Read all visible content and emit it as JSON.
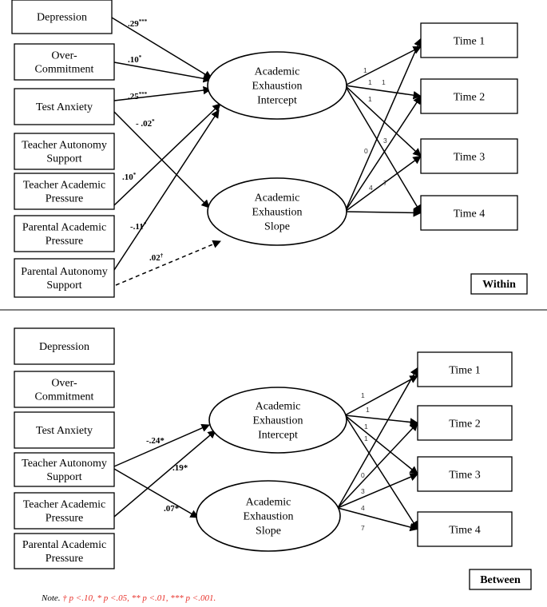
{
  "within": {
    "tag": "Within",
    "predictors": [
      {
        "id": "depression",
        "lines": [
          "Depression"
        ]
      },
      {
        "id": "over-commitment",
        "lines": [
          "Over-",
          "Commitment"
        ]
      },
      {
        "id": "test-anxiety",
        "lines": [
          "Test Anxiety"
        ]
      },
      {
        "id": "teacher-autonomy-support",
        "lines": [
          "Teacher Autonomy",
          "Support"
        ]
      },
      {
        "id": "teacher-academic-pressure",
        "lines": [
          "Teacher Academic",
          "Pressure"
        ]
      },
      {
        "id": "parental-academic-pressure",
        "lines": [
          "Parental Academic",
          "Pressure"
        ]
      },
      {
        "id": "parental-autonomy-support",
        "lines": [
          "Parental Autonomy",
          "Support"
        ]
      }
    ],
    "latents": [
      {
        "id": "intercept",
        "lines": [
          "Academic",
          "Exhaustion",
          "Intercept"
        ]
      },
      {
        "id": "slope",
        "lines": [
          "Academic",
          "Exhaustion",
          "Slope"
        ]
      }
    ],
    "outcomes": [
      "Time 1",
      "Time 2",
      "Time 3",
      "Time 4"
    ],
    "paths": [
      {
        "from": "depression",
        "to": "intercept",
        "coef": ".29",
        "sig": "***",
        "dashed": false
      },
      {
        "from": "over-commitment",
        "to": "intercept",
        "coef": ".10",
        "sig": "*",
        "dashed": false
      },
      {
        "from": "test-anxiety",
        "to": "intercept",
        "coef": ".25",
        "sig": "***",
        "dashed": false
      },
      {
        "from": "test-anxiety",
        "to": "slope",
        "coef": "- .02",
        "sig": "*",
        "dashed": false
      },
      {
        "from": "teacher-academic-pressure",
        "to": "intercept",
        "coef": ".10",
        "sig": "*",
        "dashed": false
      },
      {
        "from": "parental-autonomy-support",
        "to": "intercept",
        "coef": "-.11",
        "sig": "*",
        "dashed": false
      },
      {
        "from": "parental-autonomy-support",
        "to": "slope",
        "coef": ".02",
        "sig": "†",
        "dashed": true
      }
    ],
    "intercept_loadings": [
      "1",
      "1",
      "1",
      "1"
    ],
    "slope_loadings": [
      "0",
      "3",
      "4",
      "7"
    ]
  },
  "between": {
    "tag": "Between",
    "predictors": [
      {
        "id": "depression",
        "lines": [
          "Depression"
        ]
      },
      {
        "id": "over-commitment",
        "lines": [
          "Over-",
          "Commitment"
        ]
      },
      {
        "id": "test-anxiety",
        "lines": [
          "Test Anxiety"
        ]
      },
      {
        "id": "teacher-autonomy-support",
        "lines": [
          "Teacher Autonomy",
          "Support"
        ]
      },
      {
        "id": "teacher-academic-pressure",
        "lines": [
          "Teacher Academic",
          "Pressure"
        ]
      },
      {
        "id": "parental-academic-pressure",
        "lines": [
          "Parental Academic",
          "Pressure"
        ]
      }
    ],
    "latents": [
      {
        "id": "intercept",
        "lines": [
          "Academic",
          "Exhaustion",
          "Intercept"
        ]
      },
      {
        "id": "slope",
        "lines": [
          "Academic",
          "Exhaustion",
          "Slope"
        ]
      }
    ],
    "outcomes": [
      "Time 1",
      "Time 2",
      "Time 3",
      "Time 4"
    ],
    "paths": [
      {
        "from": "teacher-autonomy-support",
        "to": "intercept",
        "coef": "-.24*",
        "sig": "",
        "dashed": false
      },
      {
        "from": "teacher-academic-pressure",
        "to": "intercept",
        "coef": ".19*",
        "sig": "",
        "dashed": false
      },
      {
        "from": "teacher-autonomy-support",
        "to": "slope",
        "coef": ".07*",
        "sig": "",
        "dashed": false
      }
    ],
    "intercept_loadings": [
      "1",
      "1",
      "1",
      "1"
    ],
    "slope_loadings": [
      "0",
      "3",
      "4",
      "7"
    ]
  },
  "note": {
    "label": "Note.",
    "text": "† p <.10,  * p <.05, ** p <.01, *** p <.001."
  }
}
